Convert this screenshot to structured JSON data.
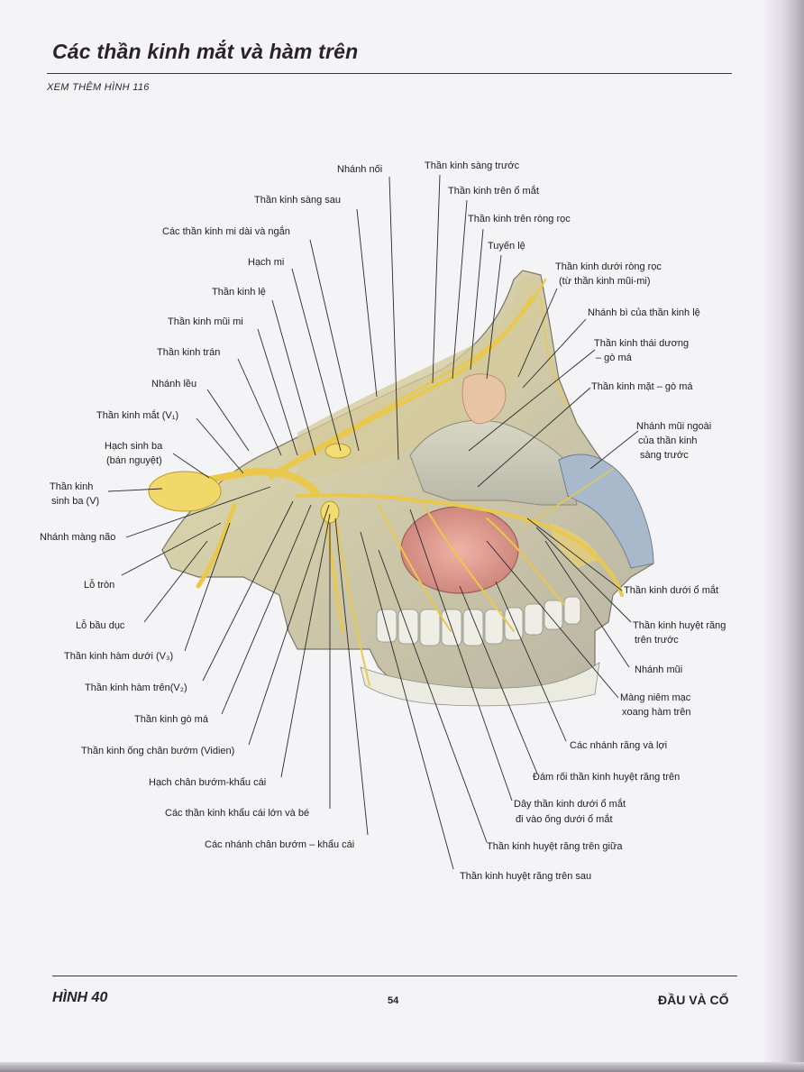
{
  "title": "Các thần kinh mắt và hàm trên",
  "subtitle": "XEM THÊM HÌNH 116",
  "labels": {
    "nhanh_noi": "Nhánh nối",
    "tk_sang_truoc": "Thần kinh sàng trước",
    "tk_tren_o_mat": "Thần kinh trên ổ mắt",
    "tk_sang_sau": "Thần kinh sàng sau",
    "tk_tren_rong_roc": "Thần kinh trên ròng rọc",
    "tk_mi_dai_ngan": "Các thần kinh mi dài và ngắn",
    "tuyen_le": "Tuyến lệ",
    "hach_mi": "Hạch mi",
    "tk_duoi_rong_roc_1": "Thần kinh dưới ròng rọc",
    "tk_duoi_rong_roc_2": "(từ thần kinh mũi-mi)",
    "tk_le": "Thần kinh lệ",
    "nhanh_bi_tk_le": "Nhánh bì của thần kinh lệ",
    "tk_mui_mi": "Thần kinh mũi mi",
    "tk_thai_duong_go_ma_1": "Thần kinh thái dương",
    "tk_thai_duong_go_ma_2": "– gò má",
    "tk_tran": "Thần kinh trán",
    "nhanh_leu": "Nhánh lều",
    "tk_mat_go_ma": "Thần kinh mặt – gò má",
    "tk_mat_v1": "Thần kinh mắt (V₁)",
    "nhanh_mui_ngoai_1": "Nhánh mũi ngoài",
    "nhanh_mui_ngoai_2": "của thần kinh",
    "nhanh_mui_ngoai_3": "sàng trước",
    "hach_sinh_ba_1": "Hạch sinh ba",
    "hach_sinh_ba_2": "(bán nguyệt)",
    "tk_sinh_ba_1": "Thần kinh",
    "tk_sinh_ba_2": "sinh ba (V)",
    "nhanh_mang_nao": "Nhánh màng não",
    "lo_tron": "Lỗ tròn",
    "tk_duoi_o_mat": "Thần kinh dưới ổ mắt",
    "lo_bau_duc": "Lỗ bầu dục",
    "tk_huyet_rang_tren_truoc_1": "Thần kinh huyệt răng",
    "tk_huyet_rang_tren_truoc_2": "trên trước",
    "tk_ham_duoi_v3": "Thần kinh hàm dưới (V₃)",
    "nhanh_mui": "Nhánh mũi",
    "tk_ham_tren_v2": "Thần kinh hàm trên(V₂)",
    "mang_niem_mac_1": "Màng niêm mạc",
    "mang_niem_mac_2": "xoang hàm trên",
    "tk_go_ma": "Thần kinh gò má",
    "cac_nhanh_rang_loi": "Các nhánh răng và lợi",
    "tk_ong_chan_buom": "Thần kinh ống chân bướm (Vidien)",
    "dam_roi_huyet_rang": "Đám rối thần kinh huyệt răng trên",
    "hach_chan_buom": "Hạch chân bướm-khẩu cái",
    "day_tk_duoi_o_mat_1": "Dây thần kinh dưới ổ mắt",
    "day_tk_duoi_o_mat_2": "đi vào ống dưới ổ mắt",
    "tk_khau_cai_lon_be": "Các thần kinh khẩu cái lớn và bé",
    "tk_huyet_rang_tren_giua": "Thần kinh huyệt răng trên giữa",
    "nhanh_chan_buom_khau_cai": "Các nhánh chân bướm – khẩu cái",
    "tk_huyet_rang_tren_sau": "Thần kinh huyệt răng trên sau"
  },
  "footer": {
    "figure_label": "HÌNH 40",
    "page_number": "54",
    "section": "ĐẦU VÀ CỔ"
  }
}
